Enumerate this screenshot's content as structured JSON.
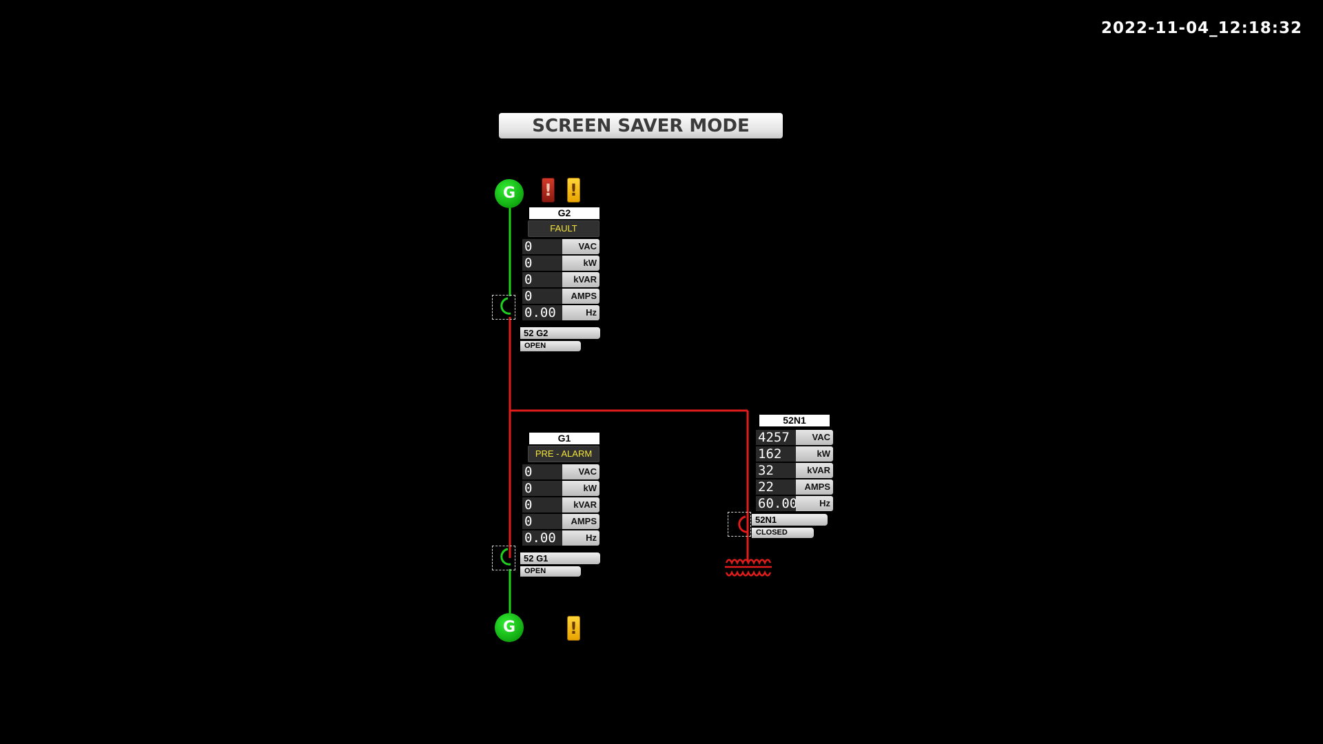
{
  "header": {
    "timestamp": "2022-11-04_12:18:32",
    "mode_banner": "SCREEN SAVER MODE"
  },
  "colors": {
    "energized": "#e21b1b",
    "deenergized": "#1ed21e",
    "status_text": "#f6e43a"
  },
  "generators": {
    "g2": {
      "symbol": "G",
      "alarms": [
        {
          "icon": "alarm-red-icon",
          "glyph": "!"
        },
        {
          "icon": "alarm-yellow-icon",
          "glyph": "!"
        }
      ],
      "name": "G2",
      "status": "FAULT",
      "meters": [
        {
          "value": "0",
          "unit": "VAC"
        },
        {
          "value": "0",
          "unit": "kW"
        },
        {
          "value": "0",
          "unit": "kVAR"
        },
        {
          "value": "0",
          "unit": "AMPS"
        },
        {
          "value": "0.00",
          "unit": "Hz"
        }
      ],
      "breaker": {
        "name": "52 G2",
        "state": "OPEN"
      }
    },
    "g1": {
      "symbol": "G",
      "alarms": [
        {
          "icon": "alarm-yellow-icon",
          "glyph": "!"
        }
      ],
      "name": "G1",
      "status": "PRE - ALARM",
      "meters": [
        {
          "value": "0",
          "unit": "VAC"
        },
        {
          "value": "0",
          "unit": "kW"
        },
        {
          "value": "0",
          "unit": "kVAR"
        },
        {
          "value": "0",
          "unit": "AMPS"
        },
        {
          "value": "0.00",
          "unit": "Hz"
        }
      ],
      "breaker": {
        "name": "52 G1",
        "state": "OPEN"
      }
    }
  },
  "utility": {
    "name": "52N1",
    "meters": [
      {
        "value": "4257",
        "unit": "VAC"
      },
      {
        "value": "162",
        "unit": "kW"
      },
      {
        "value": "32",
        "unit": "kVAR"
      },
      {
        "value": "22",
        "unit": "AMPS"
      },
      {
        "value": "60.00",
        "unit": "Hz"
      }
    ],
    "breaker": {
      "name": "52N1",
      "state": "CLOSED"
    },
    "transformer_icon": "transformer-icon"
  }
}
